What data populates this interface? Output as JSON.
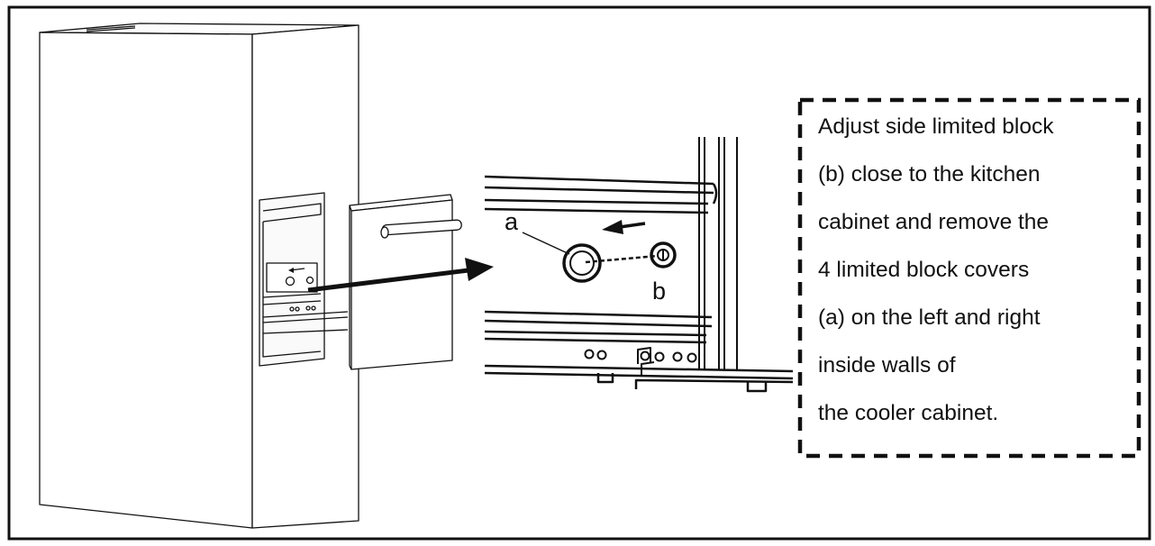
{
  "callouts": {
    "a": "a",
    "b": "b"
  },
  "instruction": {
    "lines": [
      "Adjust side limited block",
      "(b) close to the kitchen",
      "cabinet and remove the",
      "4 limited block covers",
      "(a) on the left and right",
      "inside walls of",
      "the cooler cabinet."
    ]
  },
  "colors": {
    "line": "#111111",
    "background": "#ffffff"
  }
}
